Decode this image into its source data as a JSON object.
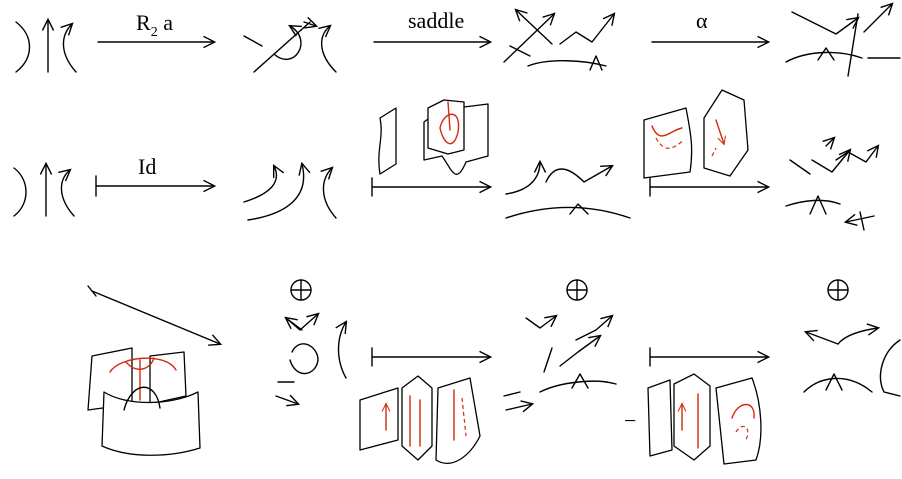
{
  "labels": {
    "move_r2a": {
      "main": "R",
      "sub": "2",
      "suffix": " a"
    },
    "move_saddle": "saddle",
    "move_alpha": "α",
    "move_id": "Id",
    "minus_sign": "−"
  },
  "colors": {
    "strand": "#000000",
    "cobordism_red": "#d42a0c",
    "background": "#ffffff"
  }
}
